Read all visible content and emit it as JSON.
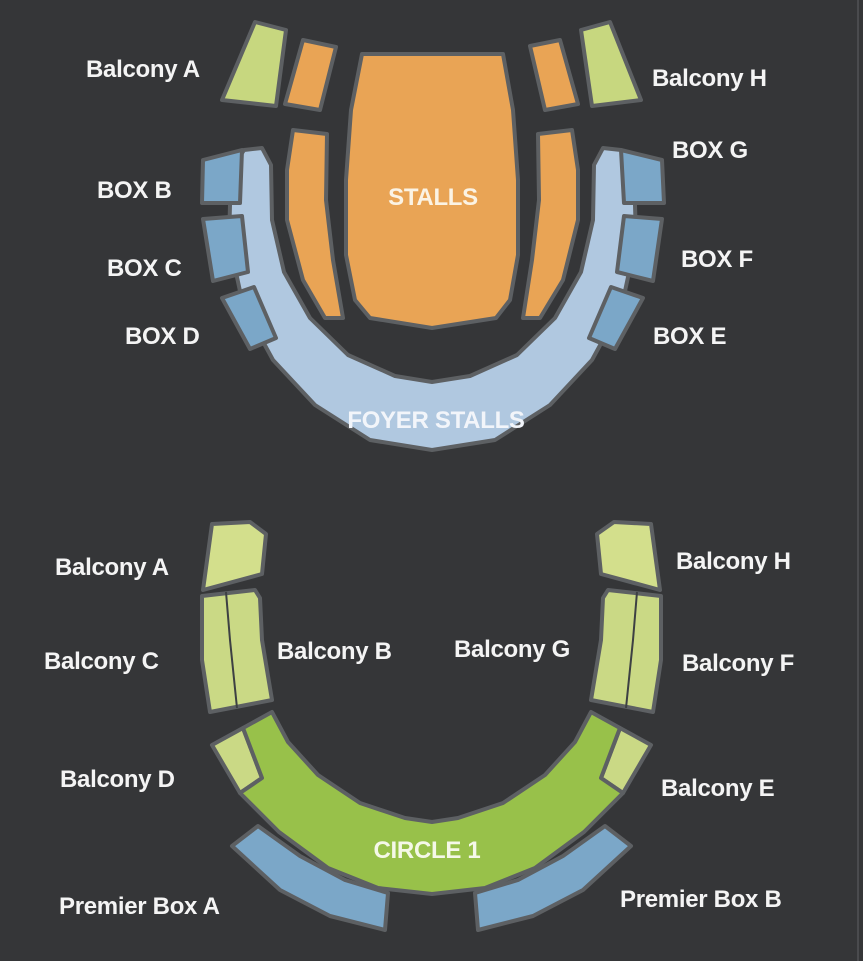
{
  "colors": {
    "background": "#353638",
    "stalls_orange": "#e9a455",
    "box_blue": "#7ba7c8",
    "foyer_light_blue": "#b0c8e0",
    "balcony_light_green": "#cfdc88",
    "circle_green": "#98c14a",
    "premier_box_blue": "#7ba7c8",
    "outline": "#5d6063",
    "label_text": "#f4f4f4"
  },
  "upper_level": {
    "balcony_a": "Balcony A",
    "balcony_h": "Balcony H",
    "stalls": "STALLS",
    "foyer_stalls": "FOYER STALLS",
    "boxes": {
      "b": "BOX B",
      "c": "BOX C",
      "d": "BOX D",
      "e": "BOX E",
      "f": "BOX F",
      "g": "BOX G"
    }
  },
  "lower_level": {
    "balcony_a": "Balcony A",
    "balcony_b": "Balcony B",
    "balcony_c": "Balcony C",
    "balcony_d": "Balcony D",
    "balcony_e": "Balcony E",
    "balcony_f": "Balcony F",
    "balcony_g": "Balcony G",
    "balcony_h": "Balcony H",
    "circle_1": "CIRCLE 1",
    "premier_box_a": "Premier Box A",
    "premier_box_b": "Premier Box B"
  }
}
